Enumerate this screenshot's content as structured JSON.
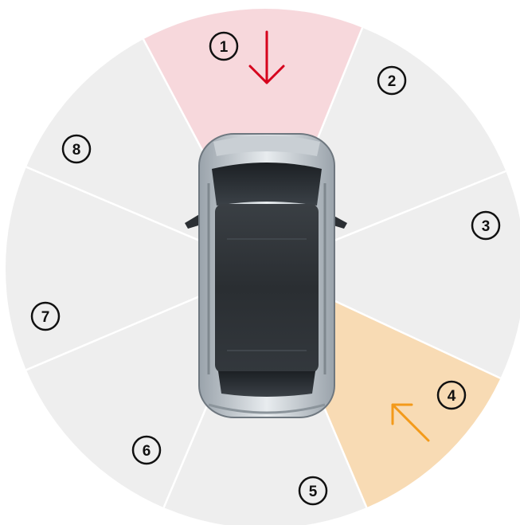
{
  "zones": [
    {
      "id": 1,
      "label": "1",
      "highlight": "red"
    },
    {
      "id": 2,
      "label": "2",
      "highlight": "none"
    },
    {
      "id": 3,
      "label": "3",
      "highlight": "none"
    },
    {
      "id": 4,
      "label": "4",
      "highlight": "orange"
    },
    {
      "id": 5,
      "label": "5",
      "highlight": "none"
    },
    {
      "id": 6,
      "label": "6",
      "highlight": "none"
    },
    {
      "id": 7,
      "label": "7",
      "highlight": "none"
    },
    {
      "id": 8,
      "label": "8",
      "highlight": "none"
    }
  ],
  "colors": {
    "zone_default": "#eeeeee",
    "zone_red": "#f7d8dc",
    "zone_orange": "#f8dbb4",
    "divider": "#ffffff",
    "arrow_red": "#d6001c",
    "arrow_orange": "#f39a1a",
    "label_circle": "#111111"
  },
  "arrows": [
    {
      "name": "approach-arrow-red",
      "color": "red",
      "direction": "down"
    },
    {
      "name": "approach-arrow-orange",
      "color": "orange",
      "direction": "up-left"
    }
  ],
  "vehicle": {
    "icon": "car-top-view-icon"
  }
}
